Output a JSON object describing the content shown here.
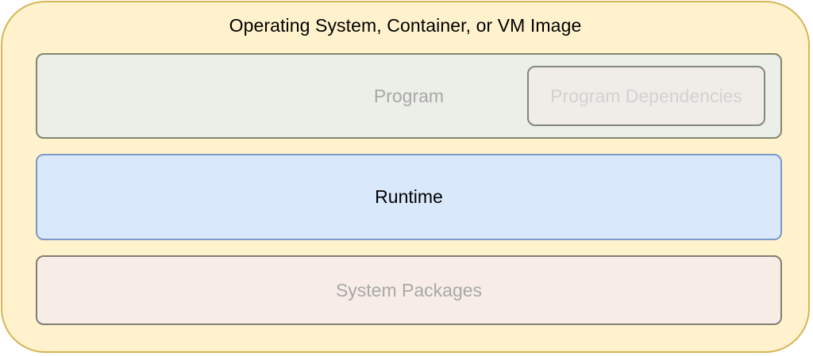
{
  "diagram": {
    "container": {
      "title": "Operating System, Container, or VM Image"
    },
    "layers": {
      "program": {
        "label": "Program",
        "dependencies_label": "Program Dependencies"
      },
      "runtime": {
        "label": "Runtime"
      },
      "system_packages": {
        "label": "System Packages"
      }
    }
  },
  "colors": {
    "container_fill": "#fff2cc",
    "container_border": "#d6b656",
    "program_fill": "#ebefe7",
    "runtime_fill": "#dae8fc",
    "runtime_border": "#7c98c6",
    "packages_fill": "#f7ede6"
  }
}
